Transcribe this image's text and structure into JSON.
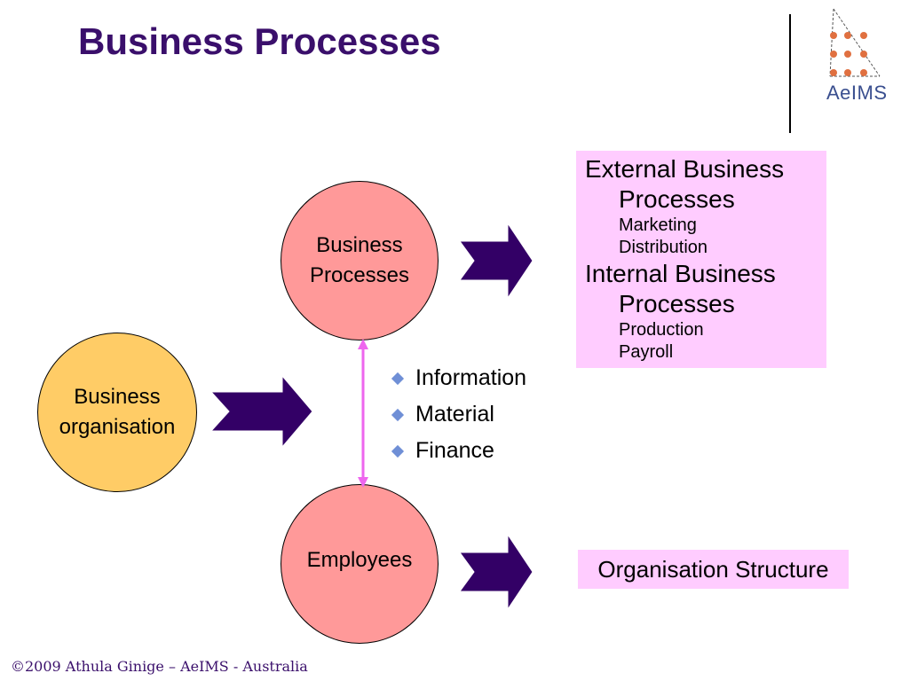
{
  "slide": {
    "title": "Business Processes",
    "logo_text": "AeIMS",
    "footer": "©2009 Athula Ginige – AeIMS - Australia"
  },
  "diagram": {
    "business_processes": "Business Processes",
    "business_organisation": "Business organisation",
    "employees": "Employees",
    "flows": [
      "Information",
      "Material",
      "Finance"
    ],
    "external_box": {
      "heading1_line1": "External Business",
      "heading1_line2": "Processes",
      "external_items": [
        "Marketing",
        "Distribution"
      ],
      "heading2_line1": "Internal Business",
      "heading2_line2": "Processes",
      "internal_items": [
        "Production",
        "Payroll"
      ]
    },
    "org_structure": "Organisation Structure"
  },
  "colors": {
    "title": "#3a0f6b",
    "circle_pink": "#ff9999",
    "circle_orange": "#ffcc66",
    "arrow_purple": "#330066",
    "box_pink": "#ffccff",
    "bidirectional": "#ee66ee",
    "bullet": "#6f8fd6"
  }
}
